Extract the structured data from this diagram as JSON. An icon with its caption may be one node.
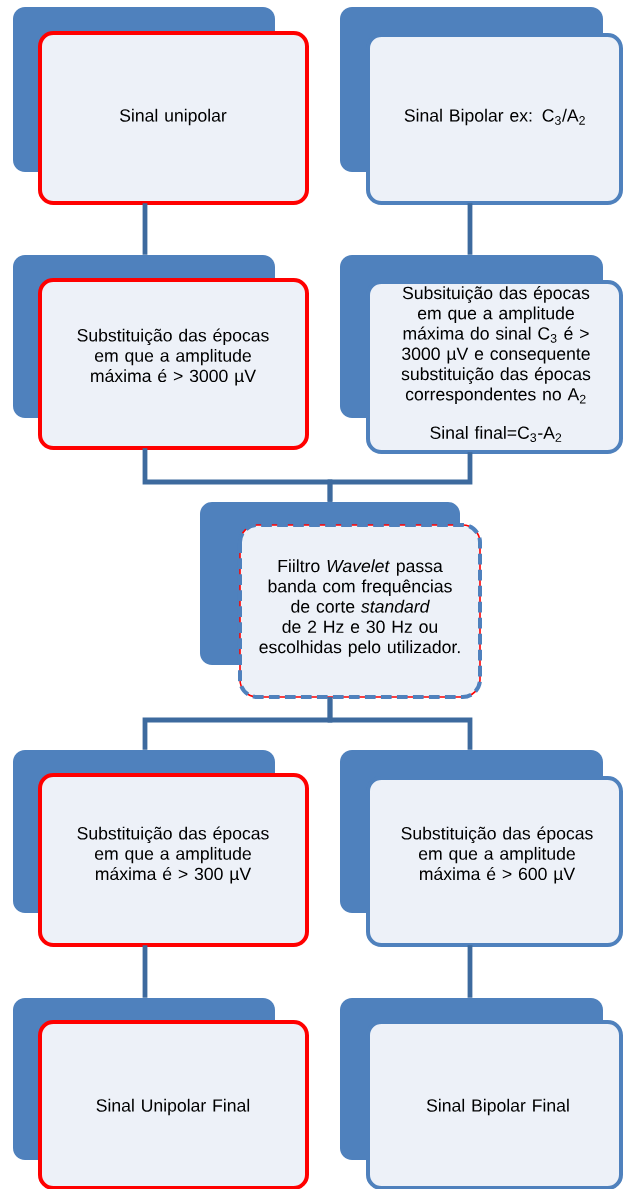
{
  "diagram": {
    "nodes": [
      {
        "text": [
          "Sinal unipolar"
        ]
      },
      {
        "text": [
          "Sinal Bipolar ex: C$_{3}$/A$_{2}$"
        ]
      },
      {
        "text": [
          "Substituição das épocas em que a amplitude máxima é > 3000 µV"
        ]
      },
      {
        "text": [
          "Subsituição das épocas em que a amplitude máxima do sinal C$_{3}$ é > 3000 µV e consequente substituição das épocas correspondentes no A$_{2}$",
          "Sinal final=C$_{3}$-A$_{2}$"
        ]
      },
      {
        "text": [
          "Fiiltro *Wavelet* passa banda com frequências de corte *standard* de 2 Hz e 30 Hz ou escolhidas pelo utilizador."
        ]
      },
      {
        "text": [
          "Substituição das épocas em que a amplitude máxima é > 300 µV"
        ]
      },
      {
        "text": [
          "Substituição das épocas em que a amplitude máxima é > 600 µV"
        ]
      },
      {
        "text": [
          "Sinal Unipolar Final"
        ]
      },
      {
        "text": [
          "Sinal Bipolar Final"
        ]
      }
    ],
    "edges": [
      {
        "from": 0,
        "to": 2,
        "arrow": "none"
      },
      {
        "from": 1,
        "to": 3,
        "arrow": "none"
      },
      {
        "from": 2,
        "to": 4,
        "arrow": "none"
      },
      {
        "from": 3,
        "to": 4,
        "arrow": "none"
      },
      {
        "from": 4,
        "to": 5,
        "arrow": "none"
      },
      {
        "from": 4,
        "to": 6,
        "arrow": "none"
      },
      {
        "from": 5,
        "to": 7,
        "arrow": "none"
      },
      {
        "from": 6,
        "to": 8,
        "arrow": "none"
      }
    ]
  }
}
